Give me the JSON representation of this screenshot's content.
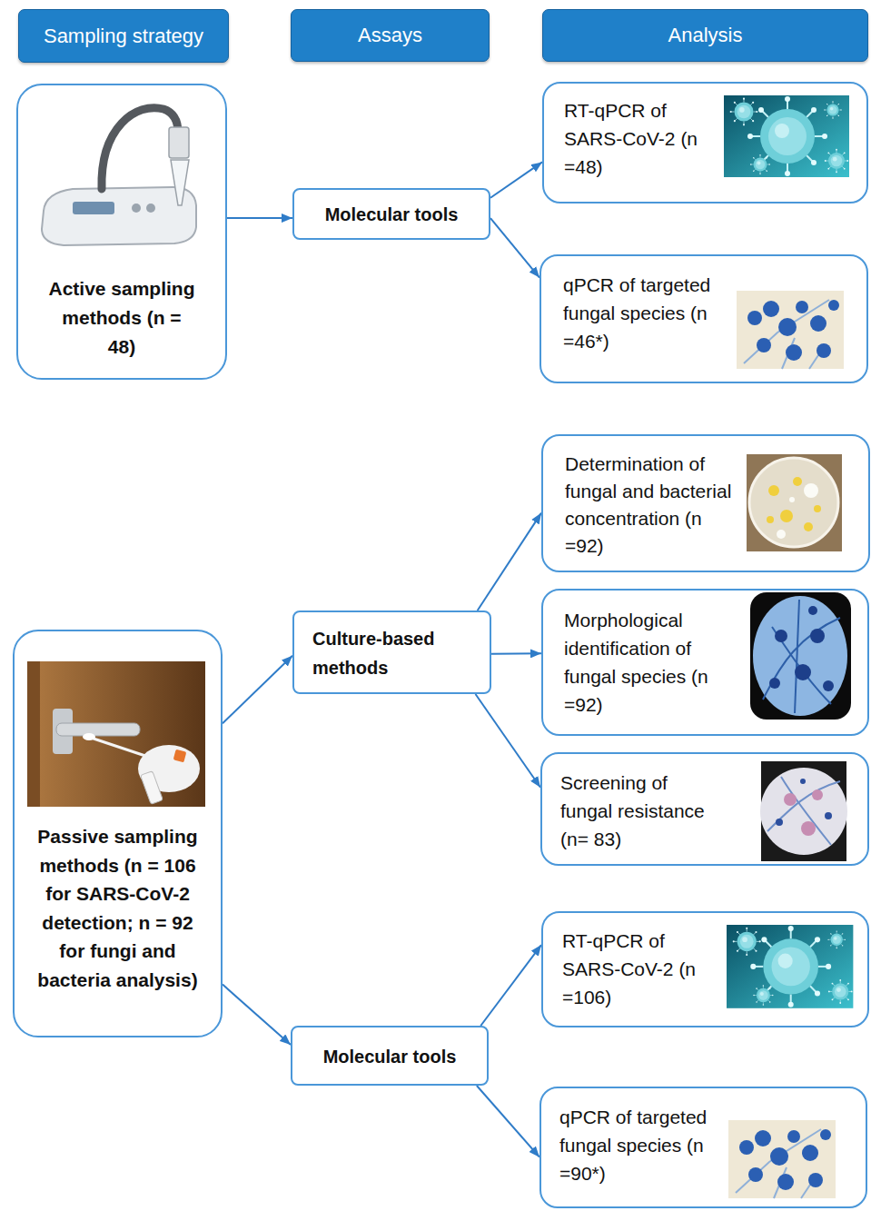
{
  "diagram": {
    "nodes": [
      {
        "text": [
          "Sampling strategy"
        ]
      },
      {
        "text": [
          "Assays"
        ]
      },
      {
        "text": [
          "Analysis"
        ]
      },
      {
        "text": [
          "Active sampling methods (n = 48)"
        ]
      },
      {
        "text": [
          "Molecular tools"
        ]
      },
      {
        "text": [
          "RT-qPCR of SARS-CoV-2 (n =48)"
        ]
      },
      {
        "text": [
          "qPCR of targeted fungal species (n =46*)"
        ]
      },
      {
        "text": [
          "Passive sampling methods (n = 106 for SARS-CoV-2 detection; n = 92 for fungi and bacteria analysis)"
        ]
      },
      {
        "text": [
          "Culture-based methods"
        ]
      },
      {
        "text": [
          "Determination of fungal and bacterial concentration (n =92)"
        ]
      },
      {
        "text": [
          "Morphological identification of fungal species (n =92)"
        ]
      },
      {
        "text": [
          "Screening of fungal resistance (n= 83)"
        ]
      },
      {
        "text": [
          "Molecular tools"
        ]
      },
      {
        "text": [
          "RT-qPCR of SARS-CoV-2 (n =106)"
        ]
      },
      {
        "text": [
          "qPCR of targeted fungal species (n =90*)"
        ]
      }
    ],
    "edges": [
      {
        "from": 3,
        "to": 4,
        "arrow": "to"
      },
      {
        "from": 4,
        "to": 5,
        "arrow": "to"
      },
      {
        "from": 4,
        "to": 6,
        "arrow": "to"
      },
      {
        "from": 7,
        "to": 8,
        "arrow": "to"
      },
      {
        "from": 7,
        "to": 12,
        "arrow": "to"
      },
      {
        "from": 8,
        "to": 9,
        "arrow": "to"
      },
      {
        "from": 8,
        "to": 10,
        "arrow": "to"
      },
      {
        "from": 8,
        "to": 11,
        "arrow": "to"
      },
      {
        "from": 12,
        "to": 13,
        "arrow": "to"
      },
      {
        "from": 12,
        "to": 14,
        "arrow": "to"
      }
    ]
  }
}
